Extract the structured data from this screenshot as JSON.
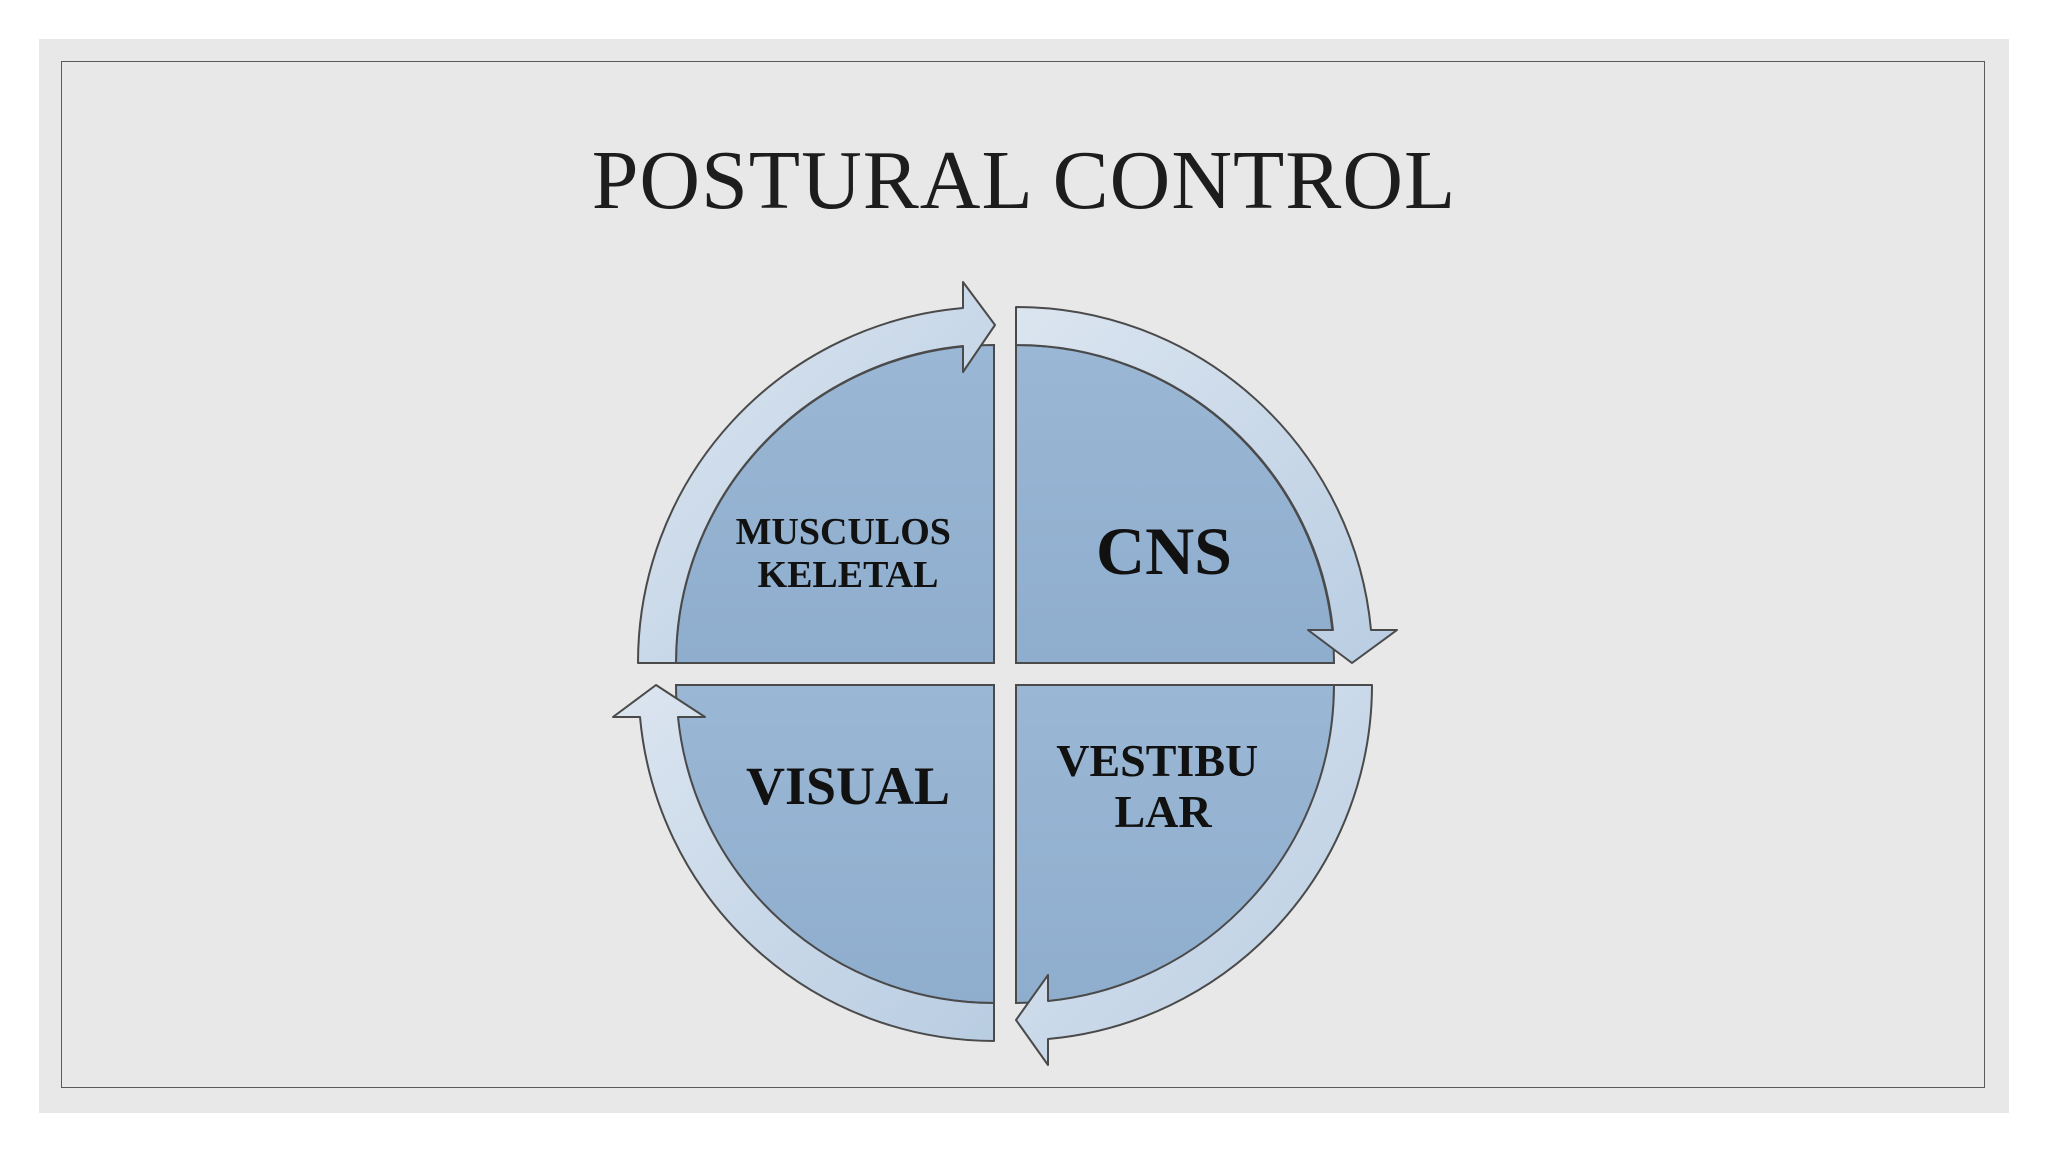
{
  "slide": {
    "title": "POSTURAL CONTROL"
  },
  "diagram": {
    "type": "cycle-quadrants",
    "quadrants": [
      {
        "position": "top-left",
        "lines": [
          "MUSCULOS",
          "KELETAL"
        ]
      },
      {
        "position": "top-right",
        "lines": [
          "CNS"
        ]
      },
      {
        "position": "bottom-right",
        "lines": [
          "VESTIBU",
          "LAR"
        ]
      },
      {
        "position": "bottom-left",
        "lines": [
          "VISUAL"
        ]
      }
    ],
    "colors": {
      "quadrant_fill": "#95b3d2",
      "arrow_fill": "#c9d8e8",
      "outline": "#4a4a4a",
      "background": "#e8e8e9"
    }
  }
}
